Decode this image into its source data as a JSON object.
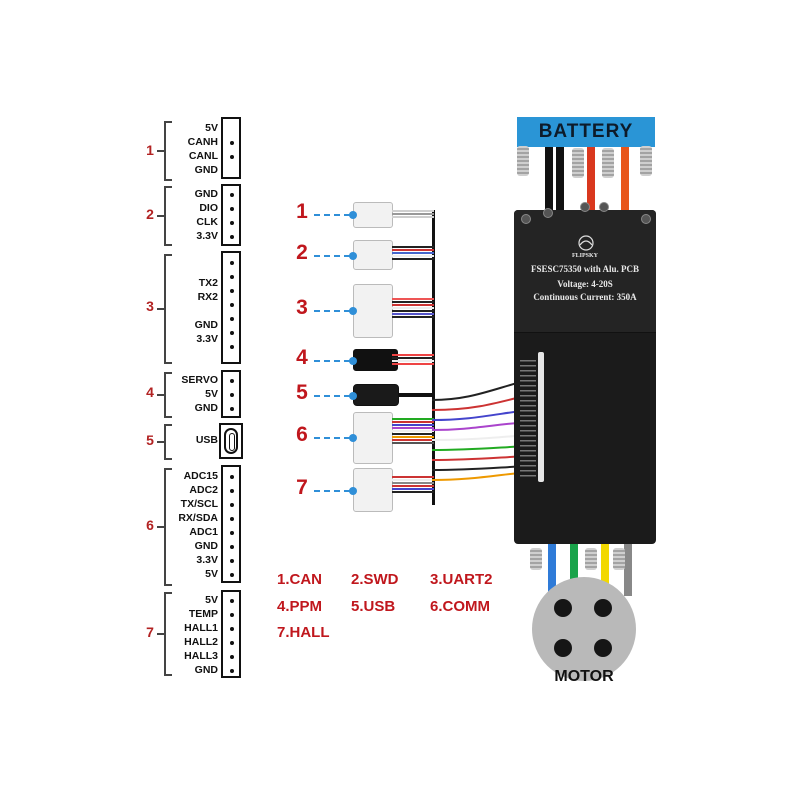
{
  "pinout_groups": [
    {
      "num": "1",
      "pins": [
        "5V",
        "CANH",
        "CANL",
        "GND"
      ]
    },
    {
      "num": "2",
      "pins": [
        "GND",
        "DIO",
        "CLK",
        "3.3V"
      ]
    },
    {
      "num": "3",
      "pins": [
        "",
        "TX2",
        "RX2",
        "",
        "GND",
        "3.3V",
        ""
      ]
    },
    {
      "num": "4",
      "pins": [
        "SERVO",
        "5V",
        "GND"
      ]
    },
    {
      "num": "5",
      "pins": [
        "USB"
      ]
    },
    {
      "num": "6",
      "pins": [
        "ADC15",
        "ADC2",
        "TX/SCL",
        "RX/SDA",
        "ADC1",
        "GND",
        "3.3V",
        "5V"
      ]
    },
    {
      "num": "7",
      "pins": [
        "5V",
        "TEMP",
        "HALL1",
        "HALL2",
        "HALL3",
        "GND"
      ]
    }
  ],
  "connector_numbers": [
    "1",
    "2",
    "3",
    "4",
    "5",
    "6",
    "7"
  ],
  "legend": [
    "1.CAN",
    "2.SWD",
    "3.UART2",
    "4.PPM",
    "5.USB",
    "6.COMM",
    "7.HALL"
  ],
  "battery_label": "BATTERY",
  "motor_label": "MOTOR",
  "board": {
    "brand": "FLIPSKY",
    "model": "FSESC75350 with Alu. PCB",
    "voltage": "Voltage: 4-20S",
    "current": "Continuous Current: 350A"
  },
  "colors": {
    "accent_red": "#c0171d",
    "leader_blue": "#2f8fd8",
    "battery_blue": "#2a95d6",
    "board_black": "#1b1b1b"
  }
}
